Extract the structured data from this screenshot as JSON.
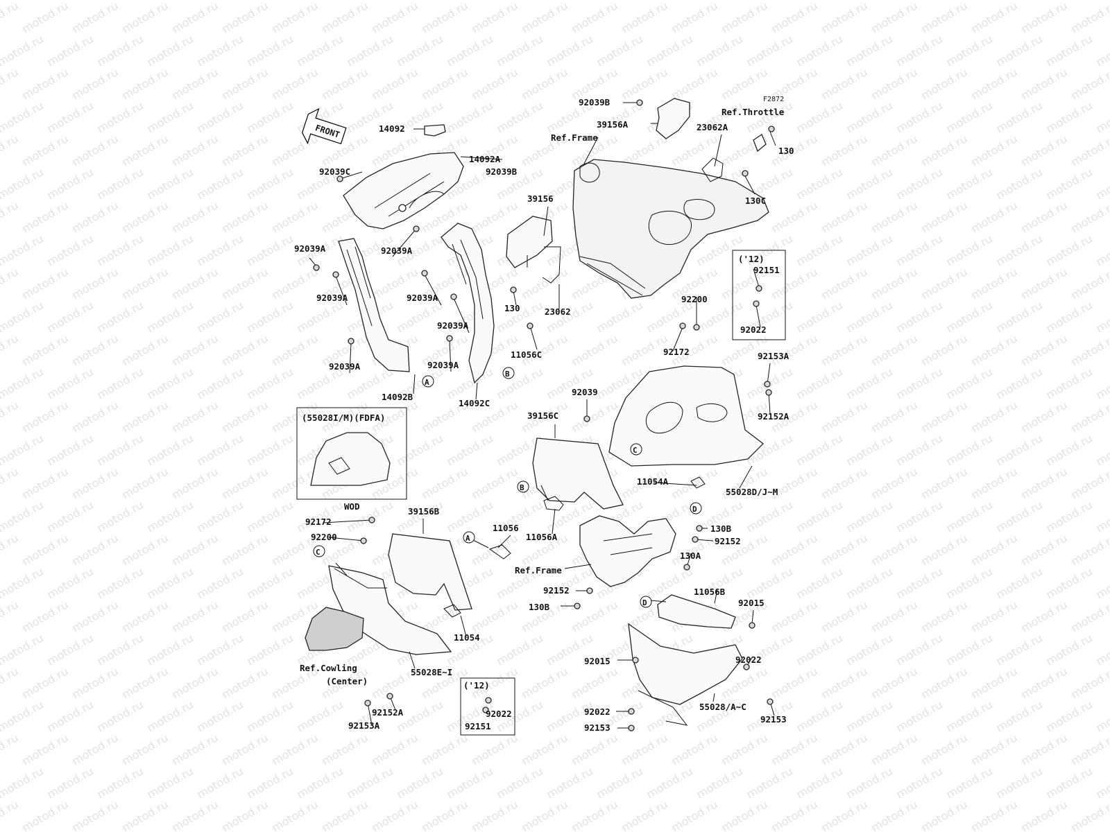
{
  "watermark": "motod.ru",
  "diagram_code": "F2872",
  "front_label": "FRONT",
  "callouts": {
    "A": "A",
    "B": "B",
    "C": "C",
    "D": "D"
  },
  "labels": {
    "l14092": "14092",
    "l14092A": "14092A",
    "l92039C": "92039C",
    "l92039B_a": "92039B",
    "l92039B_b": "92039B",
    "l39156": "39156",
    "l39156A": "39156A",
    "l23062A": "23062A",
    "lRefThrottle": "Ref.Throttle",
    "lRefFrame1": "Ref.Frame",
    "l130_a": "130",
    "l130C": "130C",
    "l92039A_1": "92039A",
    "l92039A_2": "92039A",
    "l92039A_3": "92039A",
    "l92039A_4": "92039A",
    "l92039A_5": "92039A",
    "l92039A_6": "92039A",
    "l92039A_7": "92039A",
    "l130_b": "130",
    "l23062": "23062",
    "l11056C": "11056C",
    "l14092B": "14092B",
    "l14092C": "14092C",
    "l12a": "('12)",
    "l92151_a": "92151",
    "l92022_a": "92022",
    "l92200_a": "92200",
    "l92172_a": "92172",
    "l92153A_a": "92153A",
    "l92152A_a": "92152A",
    "l92039": "92039",
    "l39156C": "39156C",
    "lFDFA": "(55028I/M)(FDFA)",
    "lWOD": "WOD",
    "l11054A": "11054A",
    "l55028DJM": "55028D/J~M",
    "l11056A": "11056A",
    "l92172_b": "92172",
    "l92200_b": "92200",
    "l39156B": "39156B",
    "l11056": "11056",
    "lRefFrame2": "Ref.Frame",
    "l130B_a": "130B",
    "l92152_a": "92152",
    "l130A": "130A",
    "l92152_b": "92152",
    "l130B_b": "130B",
    "l11056B": "11056B",
    "l92015_a": "92015",
    "l11054": "11054",
    "lRefCowling": "Ref.Cowling",
    "lCenter": "(Center)",
    "l55028EI": "55028E~I",
    "l12b": "('12)",
    "l92022_b": "92022",
    "l92151_b": "92151",
    "l92152A_b": "92152A",
    "l92153A_b": "92153A",
    "l92015_b": "92015",
    "l92022_c": "92022",
    "l92022_d": "92022",
    "l55028AC": "55028/A~C",
    "l92153": "92153"
  }
}
